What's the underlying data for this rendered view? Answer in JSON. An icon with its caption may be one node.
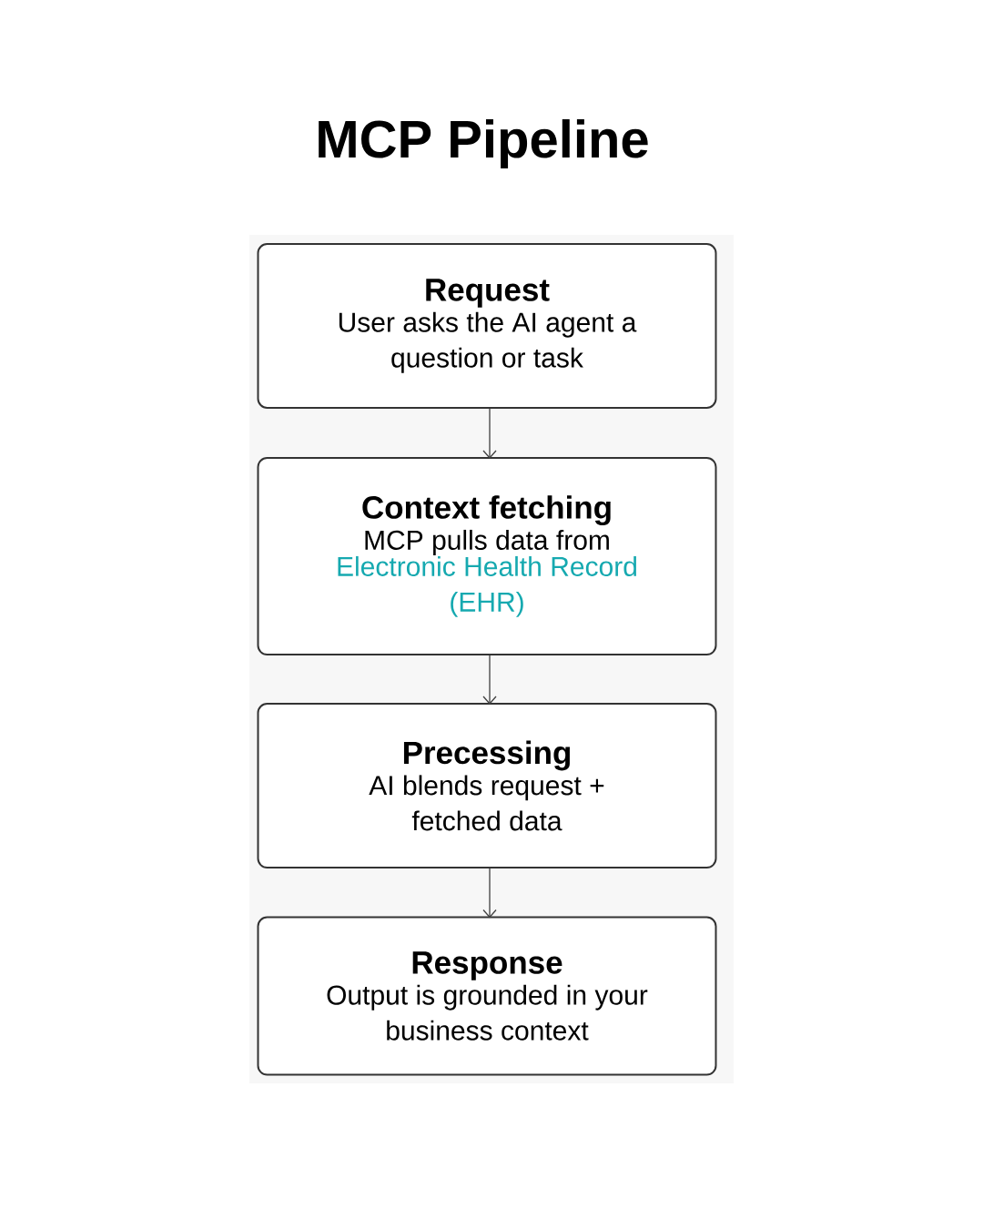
{
  "diagram": {
    "title": "MCP Pipeline",
    "nodes": [
      {
        "text": [
          "Request",
          "User asks the AI agent a question or task"
        ]
      },
      {
        "text": [
          "Context fetching",
          "MCP pulls data from",
          "Electronic Health Record (EHR)"
        ]
      },
      {
        "text": [
          "Precessing",
          "AI blends request + fetched data"
        ]
      },
      {
        "text": [
          "Response",
          "Output is grounded in your business context"
        ]
      }
    ],
    "edges": [
      {
        "from": 0,
        "to": 1,
        "arrow": "to"
      },
      {
        "from": 1,
        "to": 2,
        "arrow": "to"
      },
      {
        "from": 2,
        "to": 3,
        "arrow": "to"
      }
    ]
  }
}
